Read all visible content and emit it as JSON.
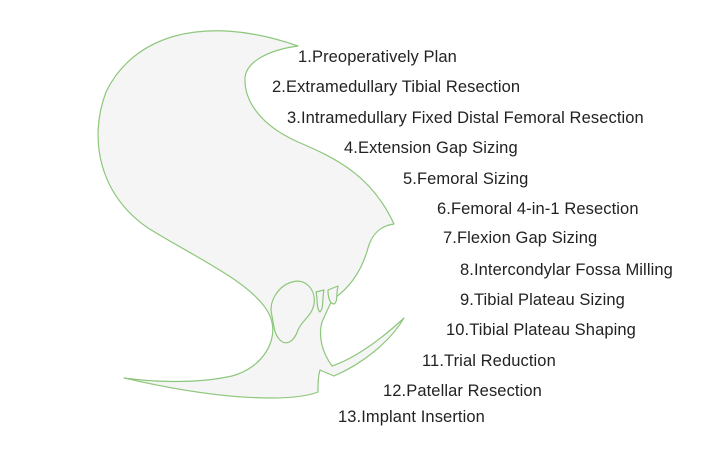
{
  "diagram": {
    "outline_color": "#8dc77b",
    "fill_color": "#f5f5f5",
    "text_color": "#222222",
    "steps": [
      "1.Preoperatively Plan",
      "2.Extramedullary Tibial Resection",
      "3.Intramedullary Fixed Distal Femoral Resection",
      "4.Extension Gap Sizing",
      "5.Femoral Sizing",
      "6.Femoral 4-in-1 Resection",
      "7.Flexion Gap Sizing",
      "8.Intercondylar Fossa Milling",
      "9.Tibial Plateau Sizing",
      "10.Tibial Plateau Shaping",
      "11.Trial Reduction",
      "12.Patellar Resection",
      "13.Implant Insertion"
    ]
  }
}
